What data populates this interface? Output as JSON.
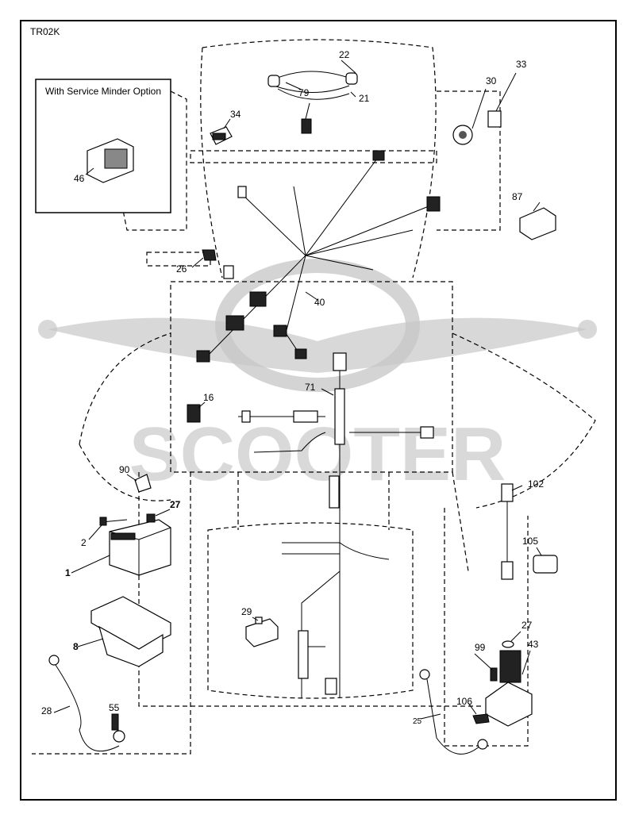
{
  "diagram_code": "TR02K",
  "inset_title": "With Service Minder Option",
  "watermark": "SCOOTER",
  "callouts": {
    "p1": "1",
    "p2": "2",
    "p8": "8",
    "p16": "16",
    "p21": "21",
    "p22": "22",
    "p25": "25",
    "p26": "26",
    "p27a": "27",
    "p27b": "27",
    "p28": "28",
    "p29": "29",
    "p30": "30",
    "p33": "33",
    "p34": "34",
    "p40": "40",
    "p43": "43",
    "p46": "46",
    "p55": "55",
    "p71": "71",
    "p79": "79",
    "p87": "87",
    "p90": "90",
    "p99": "99",
    "p102": "102",
    "p105": "105",
    "p106": "106"
  }
}
